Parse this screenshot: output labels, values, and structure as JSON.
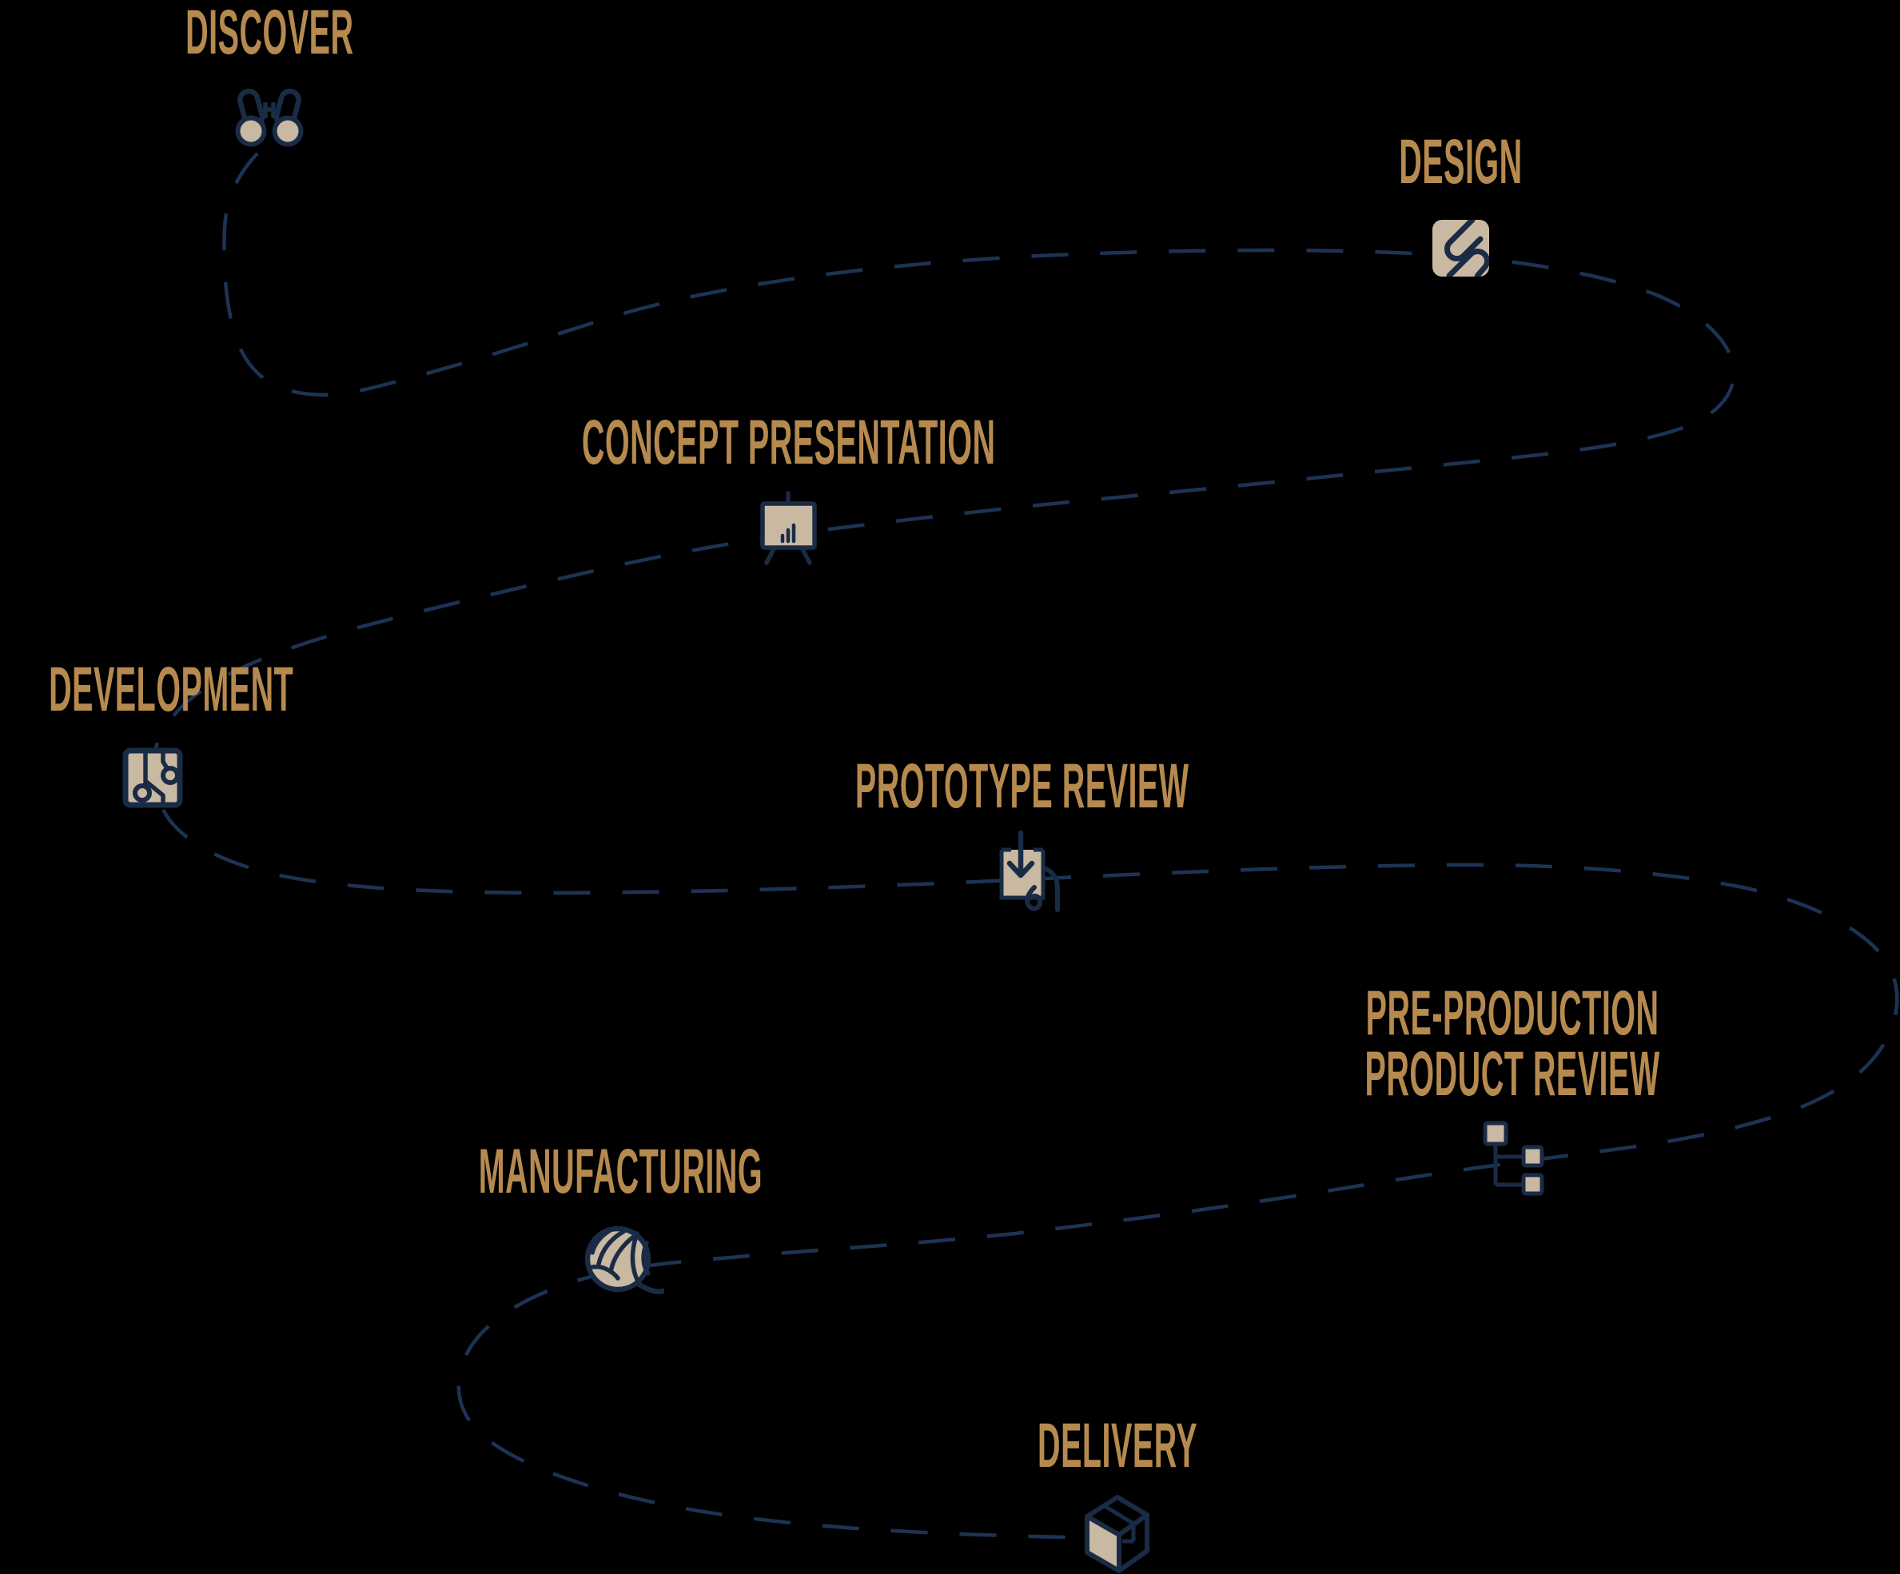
{
  "colors": {
    "label_gold": "#b68a4f",
    "icon_navy": "#1a2b45",
    "icon_tan": "#c9b8a2",
    "path_navy": "#1d3355",
    "background": "#000000"
  },
  "stages": [
    {
      "id": "discover",
      "label": "DISCOVER",
      "icon": "binoculars-icon"
    },
    {
      "id": "design",
      "label": "DESIGN",
      "icon": "fabric-swatch-icon"
    },
    {
      "id": "concept-presentation",
      "label": "CONCEPT PRESENTATION",
      "icon": "presentation-easel-icon"
    },
    {
      "id": "development",
      "label": "DEVELOPMENT",
      "icon": "circuit-board-icon"
    },
    {
      "id": "prototype-review",
      "label": "PROTOTYPE REVIEW",
      "icon": "hand-receiving-box-icon"
    },
    {
      "id": "pre-production-product-review",
      "label": "PRE-PRODUCTION",
      "label2": "PRODUCT REVIEW",
      "icon": "hierarchy-flow-icon"
    },
    {
      "id": "manufacturing",
      "label": "MANUFACTURING",
      "icon": "yarn-ball-icon"
    },
    {
      "id": "delivery",
      "label": "DELIVERY",
      "icon": "package-box-icon"
    }
  ]
}
